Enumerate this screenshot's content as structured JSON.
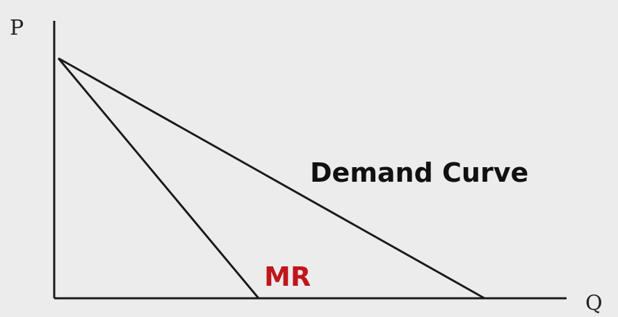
{
  "axes": {
    "y_label": "P",
    "x_label": "Q"
  },
  "labels": {
    "demand": "Demand Curve",
    "mr": "MR"
  },
  "colors": {
    "background": "#ececec",
    "lines": "#1a1a1a",
    "demand_label": "#111111",
    "mr_label": "#c0161b"
  }
}
